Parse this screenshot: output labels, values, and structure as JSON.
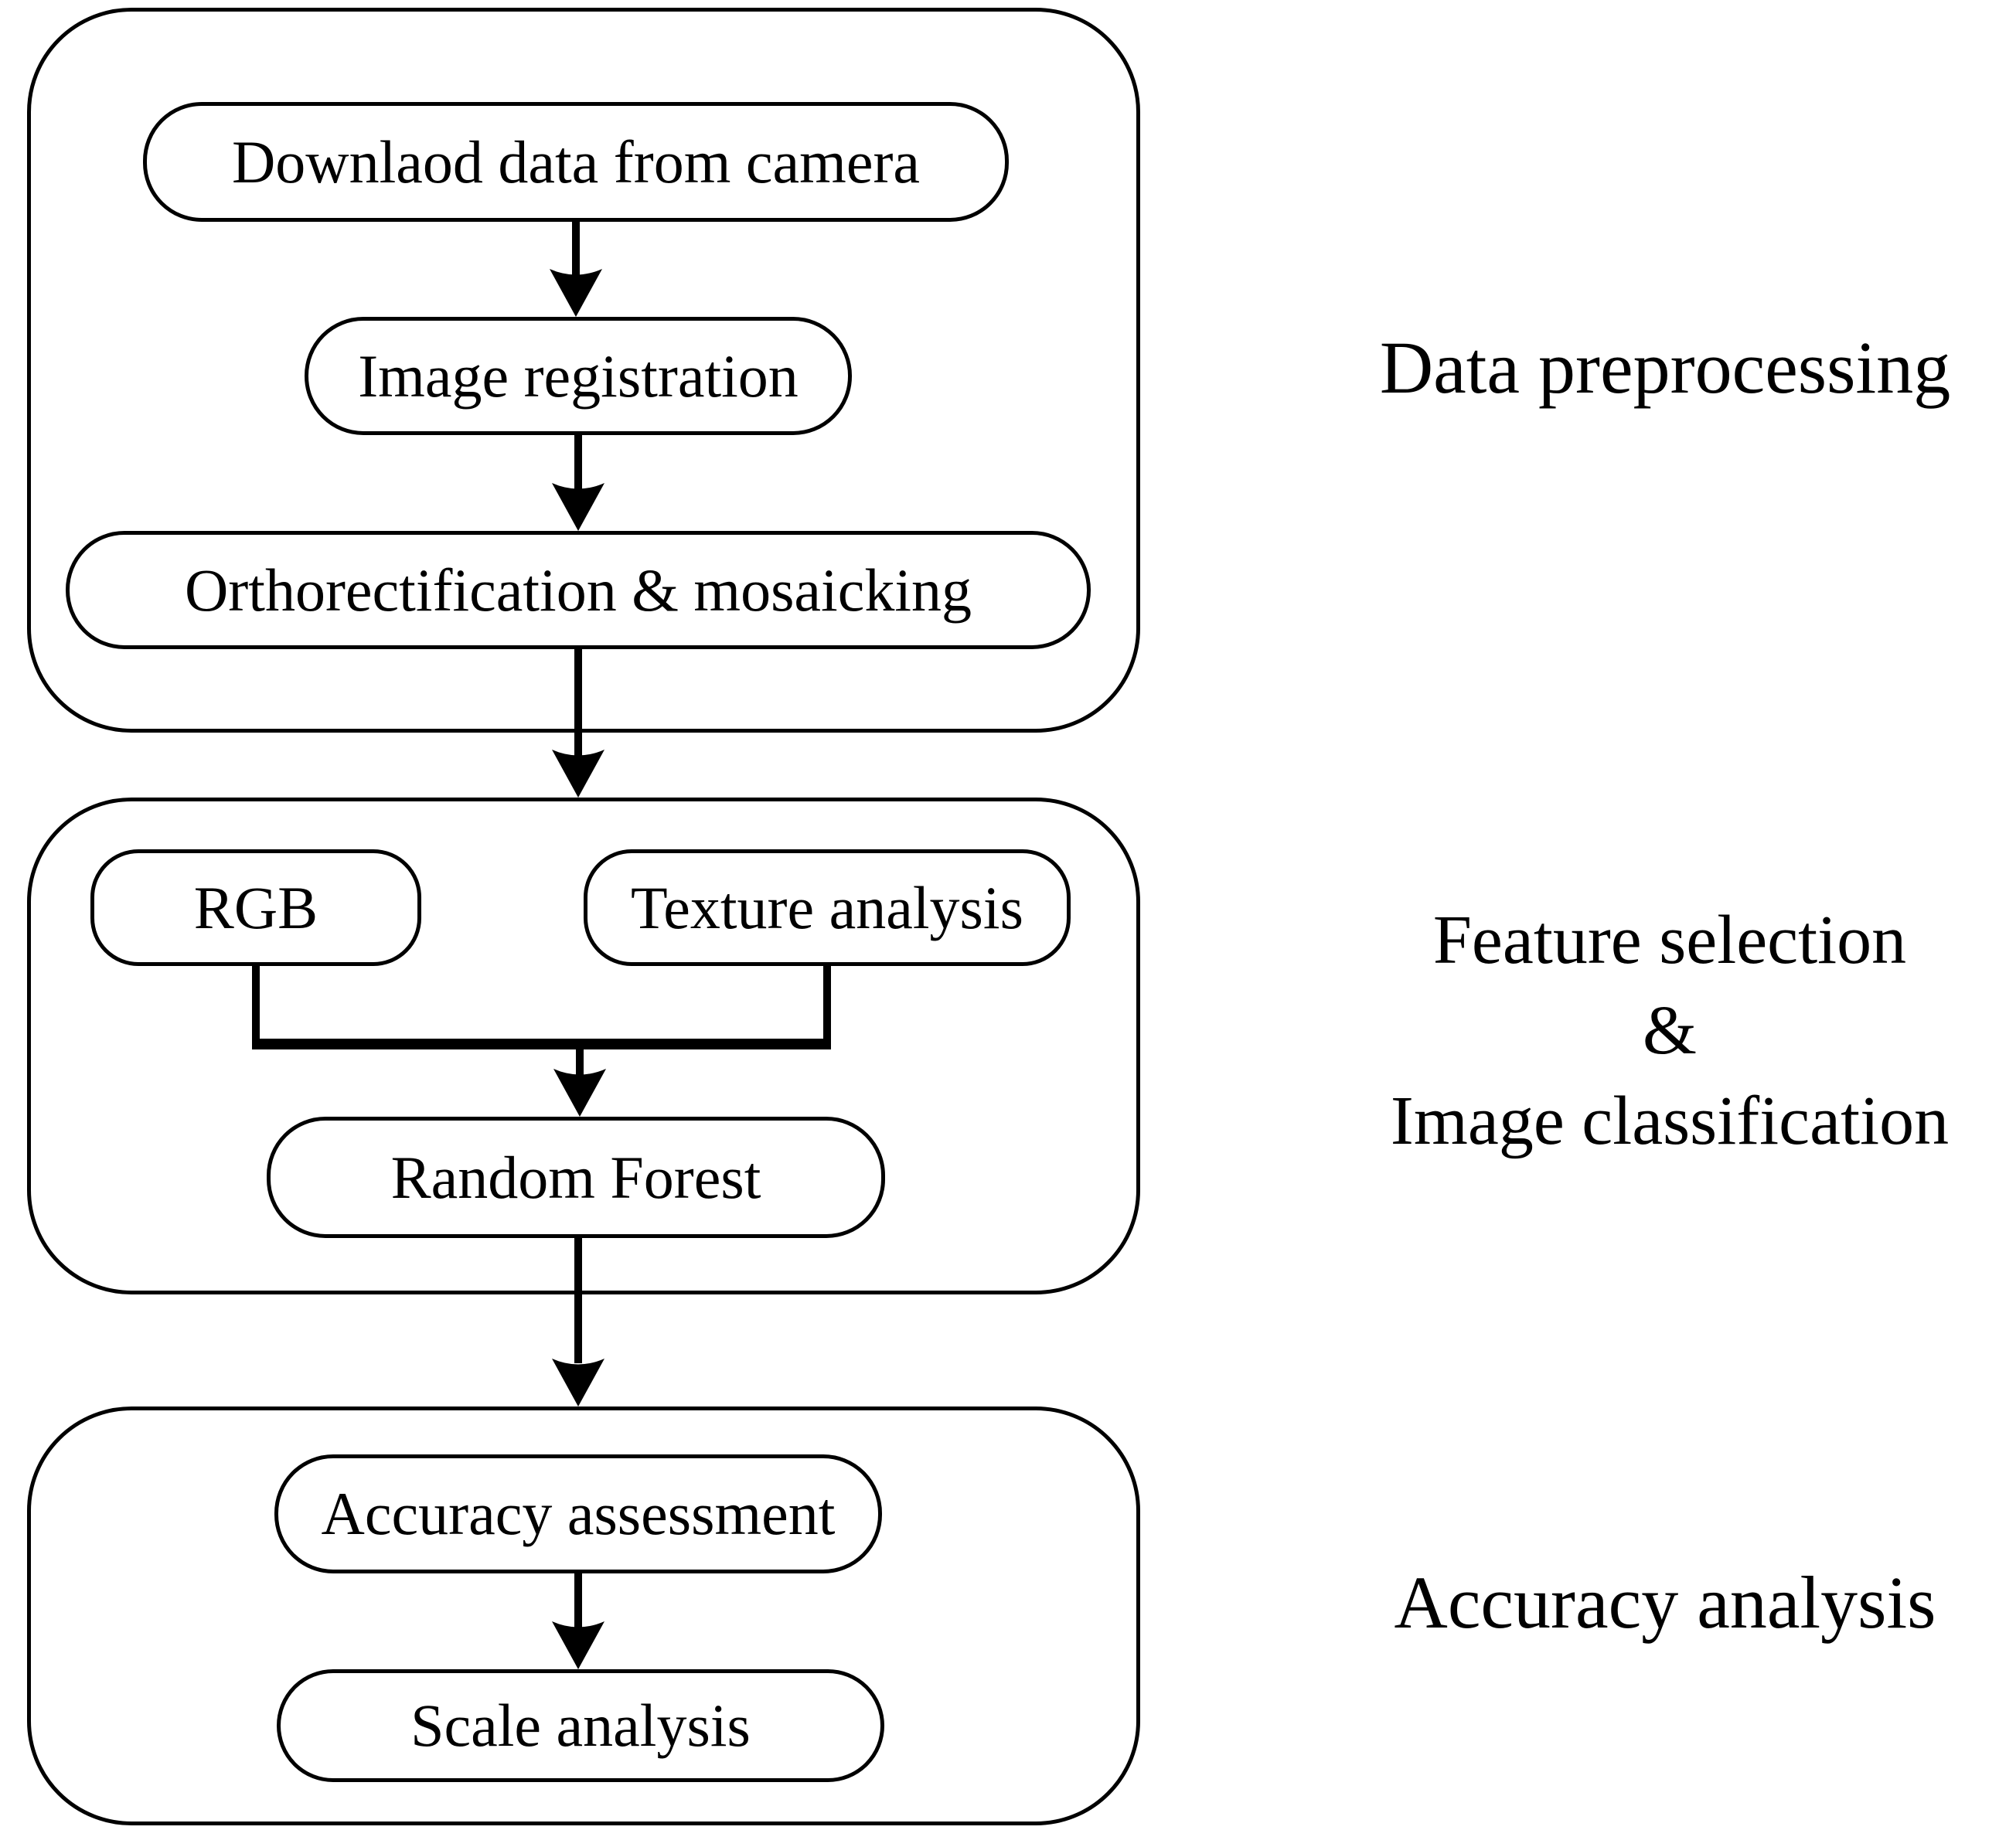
{
  "flowchart": {
    "background_color": "#ffffff",
    "line_color": "#000000",
    "sections": [
      {
        "label": "Data preprocessing",
        "nodes": [
          {
            "id": "download",
            "text": "Downlaod data from camera"
          },
          {
            "id": "registration",
            "text": "Image registration"
          },
          {
            "id": "orthorectification",
            "text": "Orthorectification & mosaicking"
          }
        ]
      },
      {
        "label_lines": [
          "Feature selection",
          "&",
          "Image classification"
        ],
        "nodes": [
          {
            "id": "rgb",
            "text": "RGB"
          },
          {
            "id": "texture",
            "text": "Texture analysis"
          },
          {
            "id": "random-forest",
            "text": "Random Forest"
          }
        ]
      },
      {
        "label": "Accuracy analysis",
        "nodes": [
          {
            "id": "accuracy-assessment",
            "text": "Accuracy assessment"
          },
          {
            "id": "scale-analysis",
            "text": "Scale analysis"
          }
        ]
      }
    ]
  }
}
